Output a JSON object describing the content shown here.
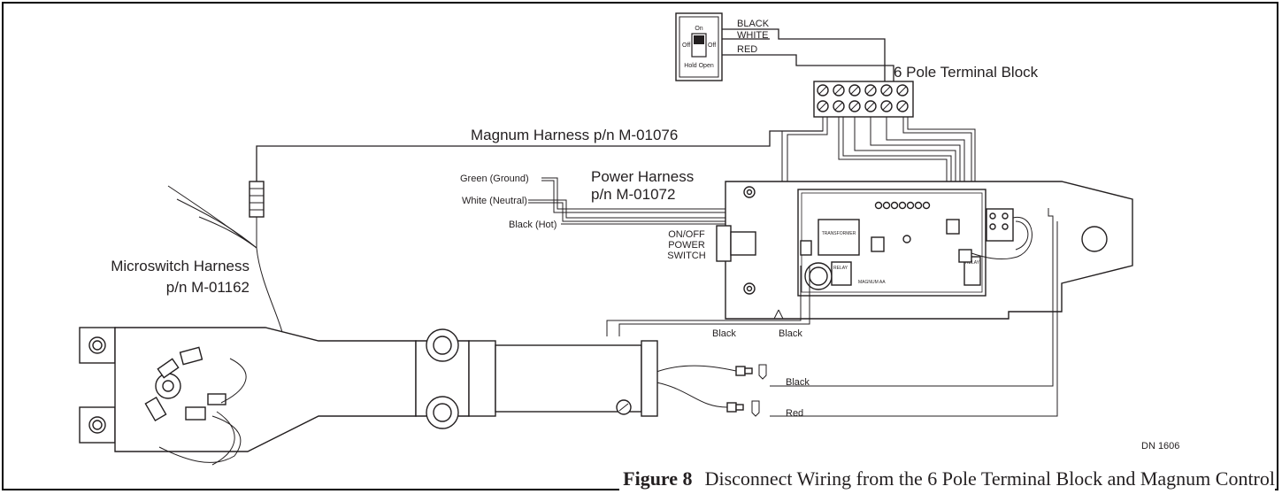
{
  "switch": {
    "on": "On",
    "off_left": "Off",
    "off_right": "Off",
    "hold_open": "Hold Open"
  },
  "wires_top": {
    "black": "BLACK",
    "white": "WHITE",
    "red": "RED"
  },
  "terminal_block": {
    "label": "6 Pole Terminal Block"
  },
  "magnum_harness": {
    "label": "Magnum Harness p/n M-01076"
  },
  "power_harness": {
    "title": "Power Harness",
    "pn": "p/n M-01072",
    "green": "Green (Ground)",
    "white": "White (Neutral)",
    "black": "Black (Hot)"
  },
  "power_switch": {
    "line1": "ON/OFF",
    "line2": "POWER",
    "line3": "SWITCH"
  },
  "microswitch": {
    "title": "Microswitch Harness",
    "pn": "p/n M-01162"
  },
  "board": {
    "transformer": "TRANSFORMER",
    "relay1": "RELAY",
    "relay2": "RELAY",
    "magnum": "MAGNUM AA"
  },
  "motor_wires": {
    "black1": "Black",
    "black2": "Black",
    "black3": "Black",
    "red": "Red"
  },
  "dn": "DN 1606",
  "caption": {
    "figure": "Figure 8",
    "text": "Disconnect Wiring from the 6 Pole Terminal Block and Magnum Control"
  }
}
